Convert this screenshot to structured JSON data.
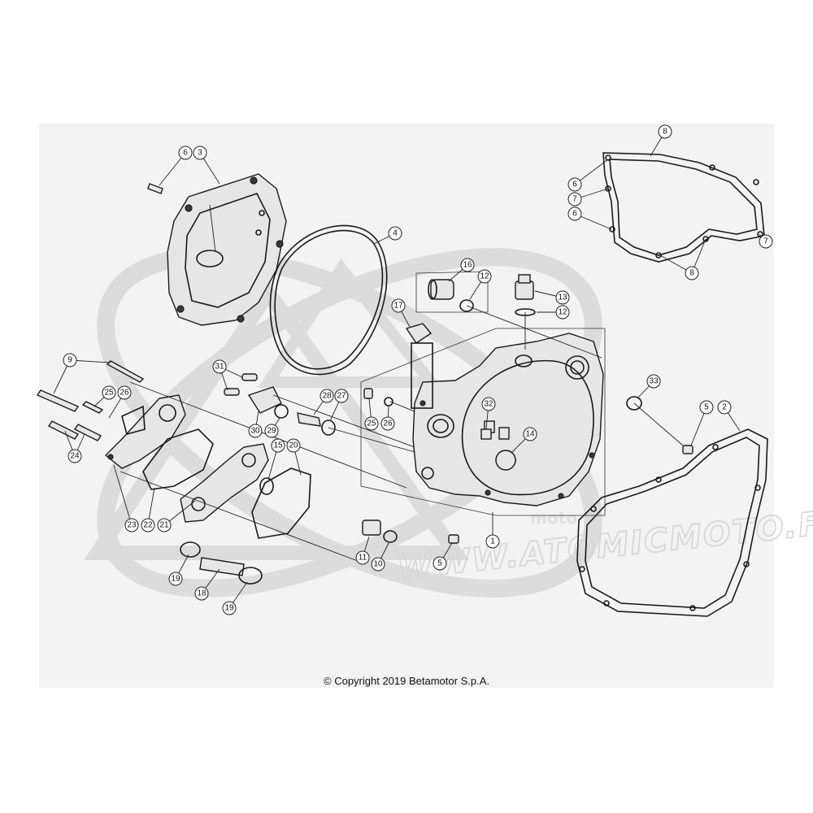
{
  "copyright": "© Copyright 2019 Betamotor S.p.A.",
  "watermark": {
    "text": "WWW.ATOMICMOTO.FR",
    "sub_text": "moto"
  },
  "callouts": {
    "c1": "1",
    "c2": "2",
    "c3": "3",
    "c4": "4",
    "c5a": "5",
    "c5b": "5",
    "c6a": "6",
    "c6b": "6",
    "c6c": "6",
    "c7a": "7",
    "c7b": "7",
    "c8a": "8",
    "c8b": "8",
    "c9": "9",
    "c10": "10",
    "c11": "11",
    "c12a": "12",
    "c12b": "12",
    "c13": "13",
    "c14": "14",
    "c15": "15",
    "c16": "16",
    "c17": "17",
    "c18": "18",
    "c19a": "19",
    "c19b": "19",
    "c20": "20",
    "c21": "21",
    "c22": "22",
    "c23": "23",
    "c24": "24",
    "c25a": "25",
    "c25b": "25",
    "c26a": "26",
    "c26b": "26",
    "c27": "27",
    "c28": "28",
    "c29": "29",
    "c30": "30",
    "c31": "31",
    "c32": "32",
    "c33": "33"
  },
  "colors": {
    "background": "#f3f3f3",
    "line": "#1a1a1a",
    "watermark": "#dcdcdc"
  }
}
